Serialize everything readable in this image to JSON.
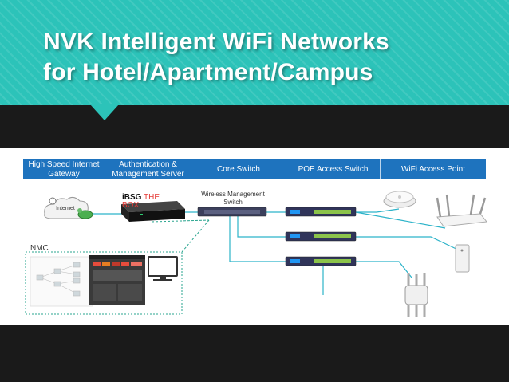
{
  "slide": {
    "title_line1": "NVK Intelligent WiFi Networks",
    "title_line2": "for Hotel/Apartment/Campus"
  },
  "header": [
    {
      "label": "High Speed Internet Gateway"
    },
    {
      "label": "Authentication & Management Server"
    },
    {
      "label": "Core Switch"
    },
    {
      "label": "POE Access Switch"
    },
    {
      "label": "WiFi Access Point"
    }
  ],
  "labels": {
    "internet": "Internet",
    "wireless_switch": "Wireless Management Switch",
    "nmc": "NMC",
    "server_brand_a": "iBSG",
    "server_brand_b": " THE BOX"
  },
  "colors": {
    "banner": "#2cc3b9",
    "header": "#1e73be",
    "link": "#2cb3c9",
    "dashed_link": "#2aa58f",
    "background": "#1a1a1a"
  }
}
